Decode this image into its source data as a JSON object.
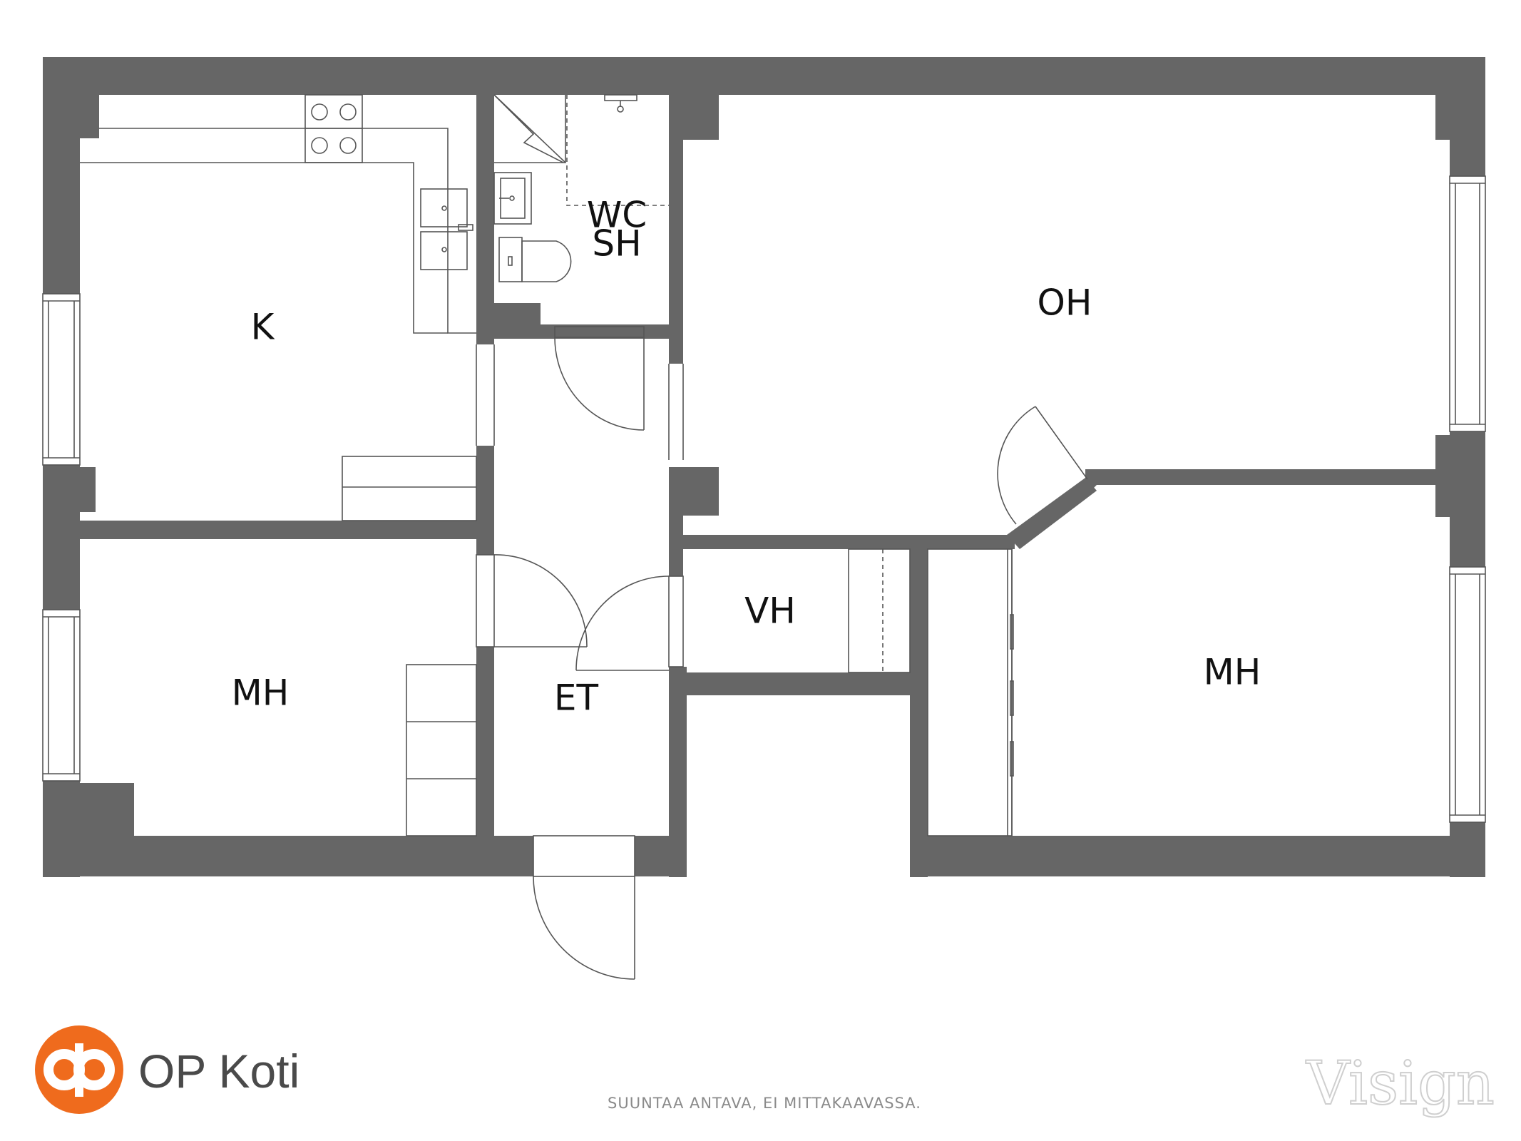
{
  "floorplan": {
    "rooms": [
      {
        "id": "k",
        "label": "K"
      },
      {
        "id": "wc-sh",
        "label": "WC",
        "label2": "SH"
      },
      {
        "id": "oh",
        "label": "OH"
      },
      {
        "id": "mh-left",
        "label": "MH"
      },
      {
        "id": "et",
        "label": "ET"
      },
      {
        "id": "vh",
        "label": "VH"
      },
      {
        "id": "mh-right",
        "label": "MH"
      }
    ]
  },
  "brand": {
    "name": "OP Koti",
    "logo_color": "#ef6b1d"
  },
  "footer": {
    "disclaimer": "SUUNTAA ANTAVA, EI MITTAKAAVASSA."
  },
  "watermark": {
    "text": "Visign"
  },
  "colors": {
    "wall": "#666666",
    "line": "#555555",
    "accent": "#ef6b1d"
  }
}
